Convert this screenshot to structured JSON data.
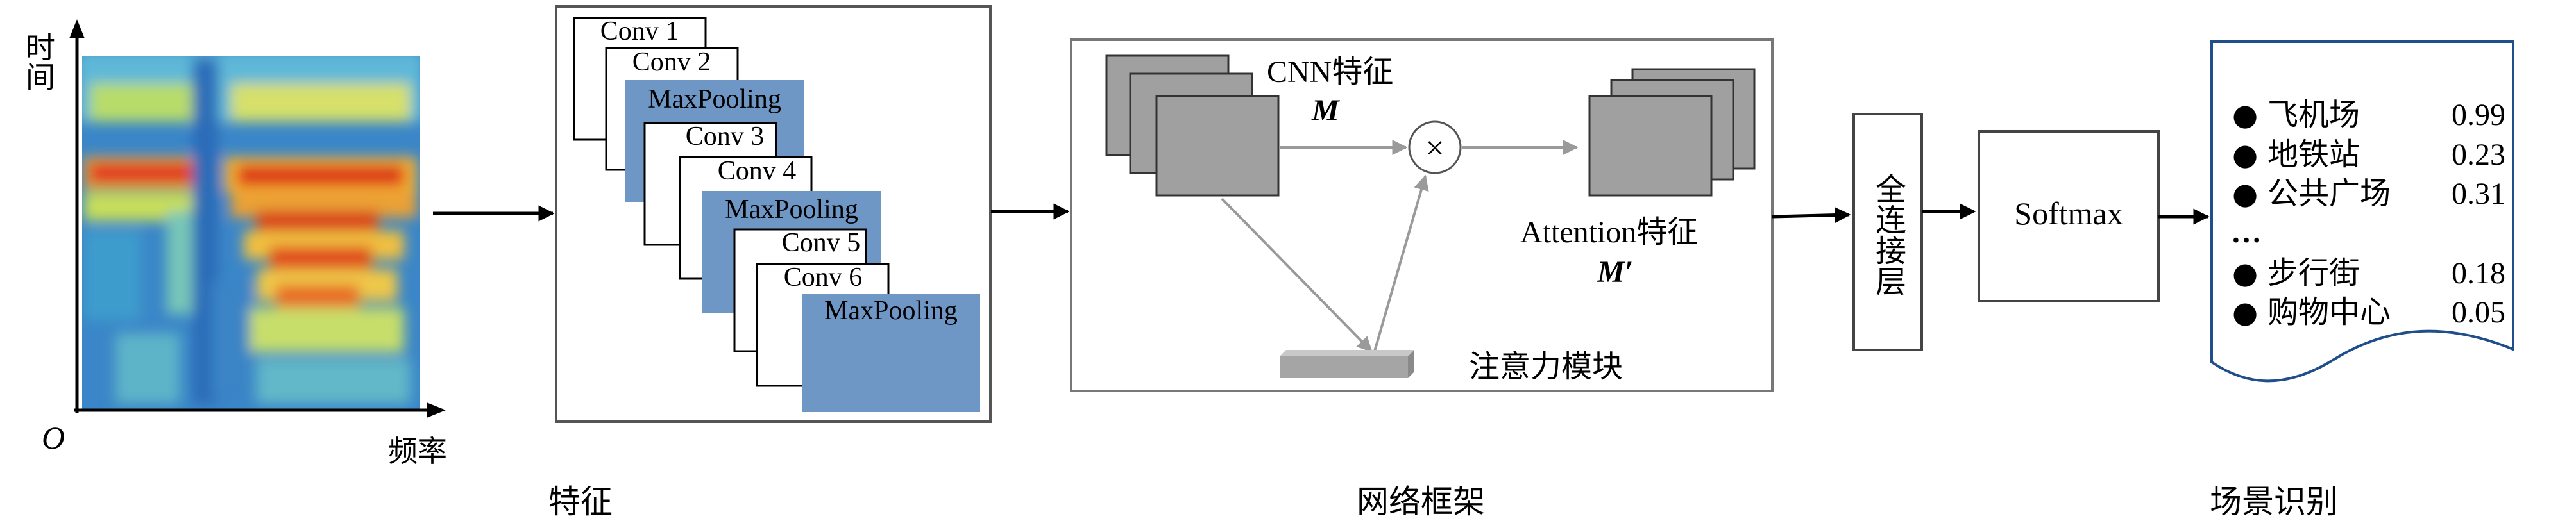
{
  "spectrogram": {
    "y_axis_label": "时间",
    "x_axis_label": "频率",
    "origin_label": "O"
  },
  "feature_panel": {
    "layers": [
      "Conv 1",
      "Conv 2",
      "MaxPooling",
      "Conv 3",
      "Conv 4",
      "MaxPooling",
      "Conv 5",
      "Conv 6",
      "MaxPooling"
    ],
    "caption": "特征"
  },
  "network_panel": {
    "cnn_feature_label": "CNN特征",
    "cnn_feature_symbol": "M",
    "multiply_symbol": "×",
    "attention_feature_label": "Attention特征",
    "attention_feature_symbol": "M′",
    "attention_module_label": "注意力模块",
    "caption": "网络框架"
  },
  "fc_layer": {
    "label": "全连接层"
  },
  "softmax": {
    "label": "Softmax"
  },
  "scene_recognition": {
    "bullet": "●",
    "items": [
      {
        "name": "飞机场",
        "score": "0.99"
      },
      {
        "name": "地铁站",
        "score": "0.23"
      },
      {
        "name": "公共广场",
        "score": "0.31"
      },
      {
        "name": "…",
        "score": ""
      },
      {
        "name": "步行街",
        "score": "0.18"
      },
      {
        "name": "购物中心",
        "score": "0.05"
      }
    ],
    "caption": "场景识别"
  },
  "colors": {
    "maxpool_fill": "#6f97c6",
    "feature_map_fill": "#a0a0a0",
    "arrow_dark": "#000000",
    "arrow_gray": "#9a9a9a",
    "panel_border": "#555555"
  }
}
